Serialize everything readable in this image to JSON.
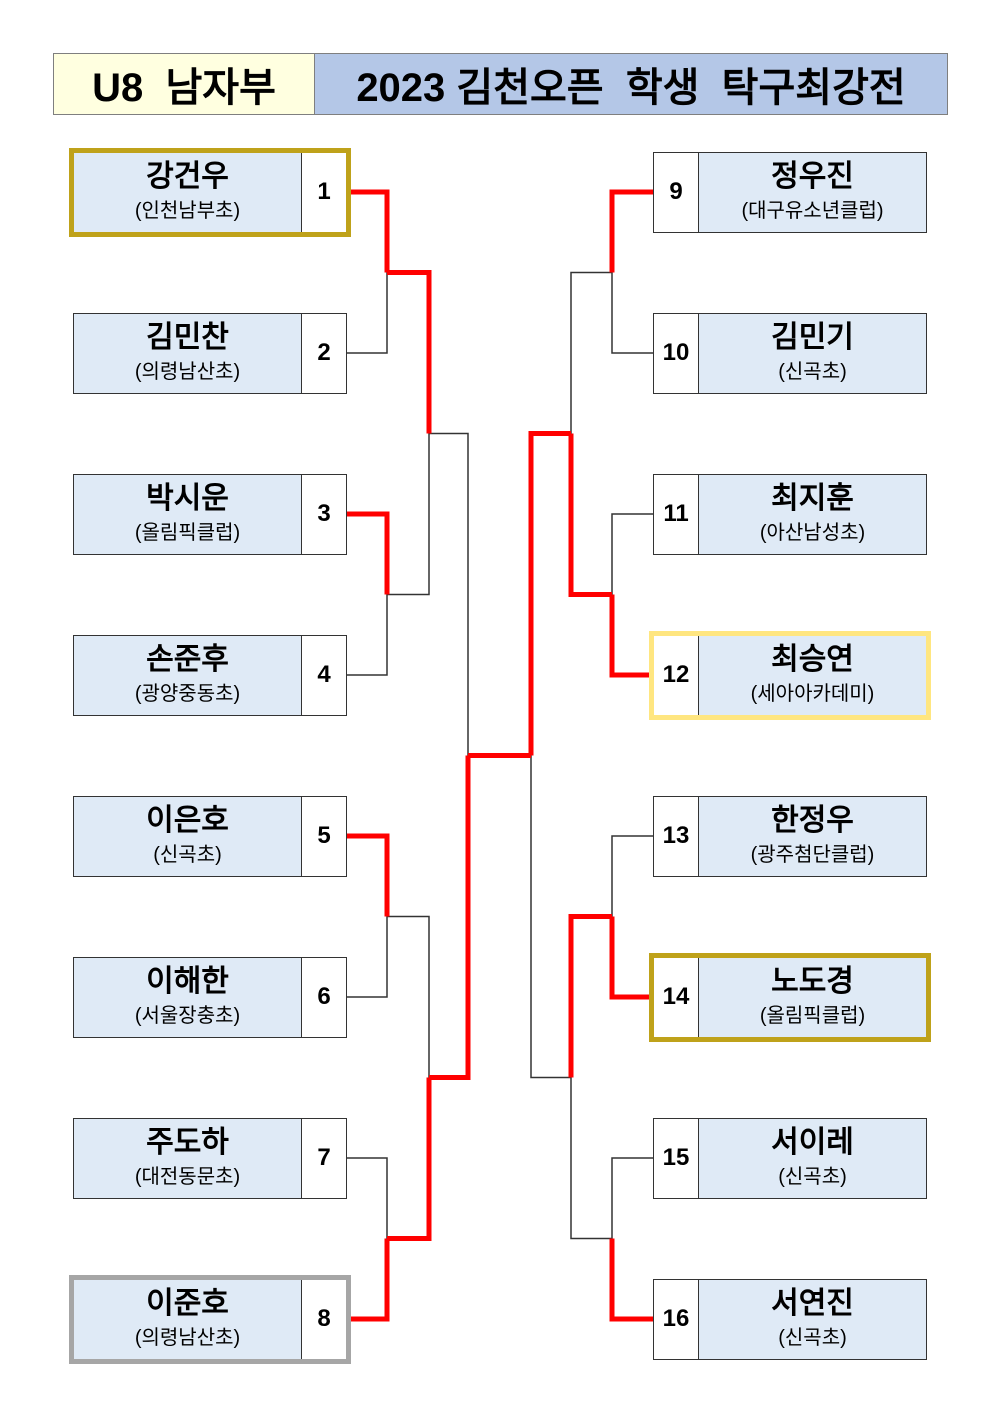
{
  "header": {
    "division": "U8  남자부",
    "title": "2023 김천오픈  학생  탁구최강전"
  },
  "colors": {
    "winner_line": "#ff0000",
    "base_line": "#333333",
    "highlight_gold": "#bfa21a",
    "highlight_yellow": "#ffe680",
    "highlight_gray": "#a6a6a6"
  },
  "players": [
    {
      "seed": "1",
      "name": "강건우",
      "club": "(인천남부초)"
    },
    {
      "seed": "2",
      "name": "김민찬",
      "club": "(의령남산초)"
    },
    {
      "seed": "3",
      "name": "박시운",
      "club": "(올림픽클럽)"
    },
    {
      "seed": "4",
      "name": "손준후",
      "club": "(광양중동초)"
    },
    {
      "seed": "5",
      "name": "이은호",
      "club": "(신곡초)"
    },
    {
      "seed": "6",
      "name": "이해한",
      "club": "(서울장충초)"
    },
    {
      "seed": "7",
      "name": "주도하",
      "club": "(대전동문초)"
    },
    {
      "seed": "8",
      "name": "이준호",
      "club": "(의령남산초)"
    },
    {
      "seed": "9",
      "name": "정우진",
      "club": "(대구유소년클럽)"
    },
    {
      "seed": "10",
      "name": "김민기",
      "club": "(신곡초)"
    },
    {
      "seed": "11",
      "name": "최지훈",
      "club": "(아산남성초)"
    },
    {
      "seed": "12",
      "name": "최승연",
      "club": "(세아아카데미)"
    },
    {
      "seed": "13",
      "name": "한정우",
      "club": "(광주첨단클럽)"
    },
    {
      "seed": "14",
      "name": "노도경",
      "club": "(올림픽클럽)"
    },
    {
      "seed": "15",
      "name": "서이레",
      "club": "(신곡초)"
    },
    {
      "seed": "16",
      "name": "서연진",
      "club": "(신곡초)"
    }
  ],
  "results": {
    "round_of_16_winners": [
      "1",
      "3",
      "5",
      "8",
      "9",
      "12",
      "14",
      "16"
    ],
    "quarterfinal_winners": [
      "1",
      "8",
      "12",
      "14"
    ],
    "semifinal_winners": [
      "8",
      "12"
    ],
    "placings": [
      {
        "seed": "1",
        "medal": "gold"
      },
      {
        "seed": "14",
        "medal": "gold"
      },
      {
        "seed": "12",
        "medal": "yellow"
      },
      {
        "seed": "8",
        "medal": "gray"
      }
    ]
  }
}
